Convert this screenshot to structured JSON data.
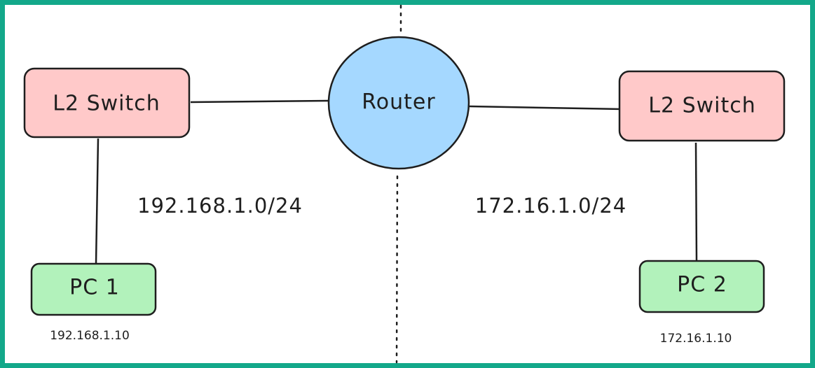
{
  "nodes": {
    "router": "Router",
    "switch_left": "L2 Switch",
    "switch_right": "L2 Switch",
    "pc_left": "PC 1",
    "pc_right": "PC 2"
  },
  "subnets": {
    "left": "192.168.1.0/24",
    "right": "172.16.1.0/24"
  },
  "addresses": {
    "pc_left": "192.168.1.10",
    "pc_right": "172.16.1.10"
  },
  "colors": {
    "frame": "#13a88a",
    "router_fill": "#a5d8ff",
    "switch_fill": "#ffc9c9",
    "pc_fill": "#b2f2bb",
    "stroke": "#1e1e1e"
  }
}
